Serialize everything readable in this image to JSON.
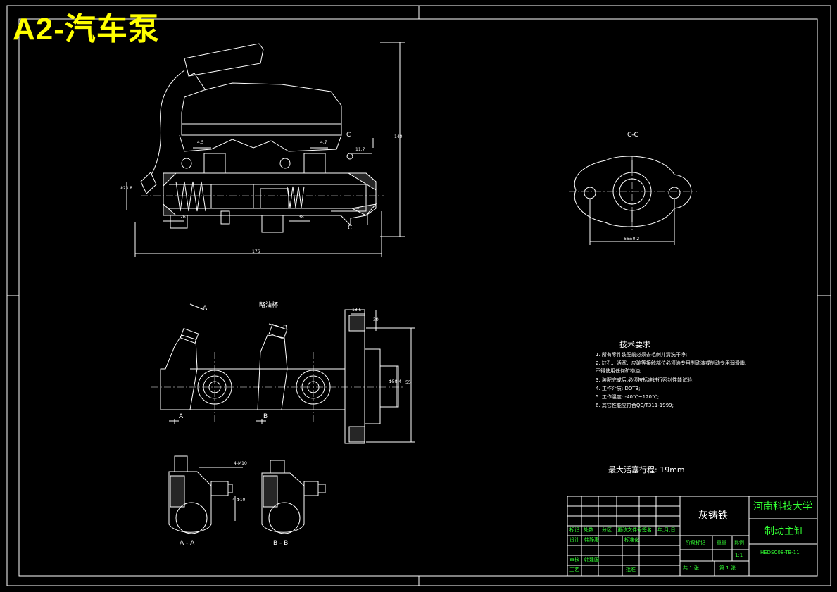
{
  "title": "A2-汽车泵",
  "views": {
    "section_cc": "C-C",
    "schematic": "略油杯",
    "section_aa": "A - A",
    "section_bb": "B - B"
  },
  "dimensions": {
    "d_4_5": "4.5",
    "d_4_7": "4.7",
    "d_11_7": "11.7",
    "d_140": "140",
    "d_176": "176",
    "d_phi23": "Φ23.8",
    "d_26": "26",
    "d_38": "38",
    "d_66": "66±0.2",
    "d_13_5": "13.5",
    "d_30": "30",
    "d_phi50": "Φ50.4",
    "d_55": "55",
    "d_4_m10": "4-M10",
    "d_4_phi10": "4-Φ10"
  },
  "markers": {
    "c1": "C",
    "c2": "C",
    "a_arrow": "A",
    "b_arrow": "B",
    "a_cut": "A",
    "b_cut": "B"
  },
  "tech_requirements": {
    "title": "技术要求",
    "items": [
      "1. 所有零件装配前必须去毛刺并清洗干净;",
      "2. 缸孔、活塞、皮碗等接触部位必须涂专用制动液或制动专用润滑脂,",
      "   不得使用任何矿物油;",
      "3. 装配完成后,必须按标准进行密封性能试验;",
      "4. 工作介质: DOT3;",
      "5. 工作温度: -40℃~120℃;",
      "6. 其它性能应符合QC/T311-1999;"
    ]
  },
  "max_stroke": "最大活塞行程: 19mm",
  "title_block": {
    "material": "灰铸铁",
    "university": "河南科技大学",
    "part_name": "制动主缸",
    "drawing_no": "HEDSC08-TB-11",
    "scale_value": "1:1",
    "row_labels": {
      "mark": "标记",
      "count": "处数",
      "zone": "分区",
      "doc": "更改文件号",
      "sign": "签名",
      "date": "年,月,日",
      "design": "设计",
      "designer": "韩静惠",
      "standard": "标准化",
      "review": "审核",
      "reviewer": "韩建国",
      "process": "工艺",
      "approve": "批准",
      "stage": "阶段标记",
      "weight": "重量",
      "scale": "比例",
      "sheets": "共 1 张",
      "sheet_no": "第 1 张"
    }
  }
}
